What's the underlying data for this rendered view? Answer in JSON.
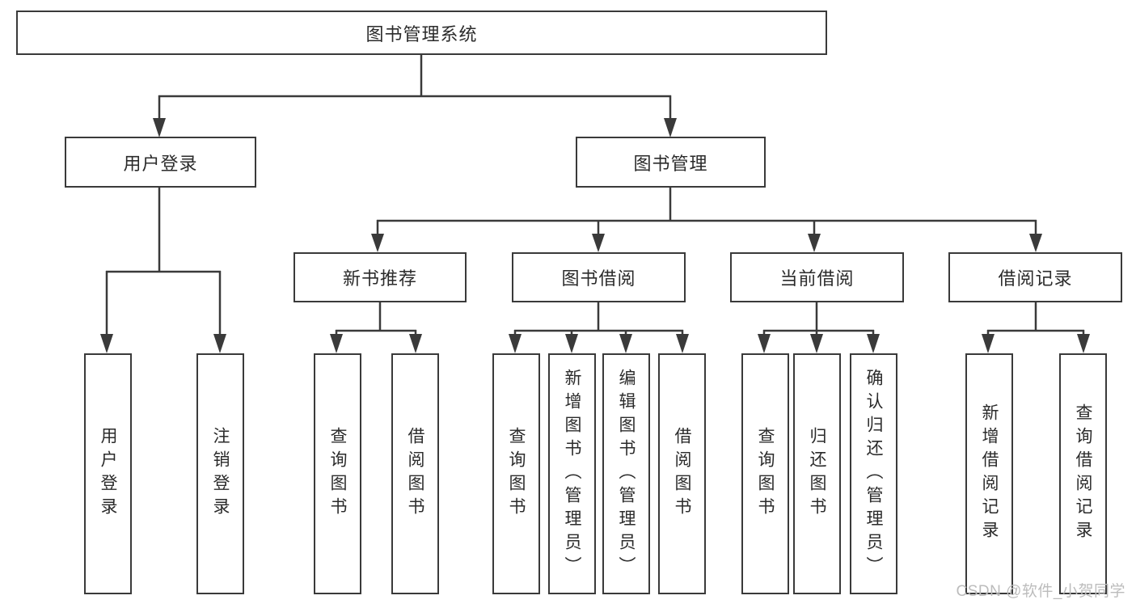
{
  "root": {
    "label": "图书管理系统"
  },
  "level2": [
    {
      "label": "用户登录",
      "leaves": [
        "用户登录",
        "注销登录"
      ]
    },
    {
      "label": "图书管理",
      "sections": [
        {
          "label": "新书推荐",
          "leaves": [
            "查询图书",
            "借阅图书"
          ]
        },
        {
          "label": "图书借阅",
          "leaves": [
            "查询图书",
            "新增图书（管理员）",
            "编辑图书（管理员）",
            "借阅图书"
          ]
        },
        {
          "label": "当前借阅",
          "leaves": [
            "查询图书",
            "归还图书",
            "确认归还（管理员）"
          ]
        },
        {
          "label": "借阅记录",
          "leaves": [
            "新增借阅记录",
            "查询借阅记录"
          ]
        }
      ]
    }
  ],
  "watermark": "CSDN @软件_小贺同学",
  "colors": {
    "line": "#3a3a3a",
    "box_border": "#3a3a3a",
    "text": "#2b2b2b",
    "watermark": "#bcbcbc",
    "background": "#ffffff"
  }
}
